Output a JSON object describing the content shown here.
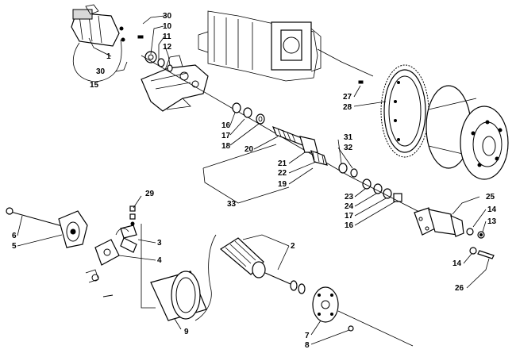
{
  "callouts": {
    "c1": "1",
    "c2": "2",
    "c3": "3",
    "c4": "4",
    "c5": "5",
    "c6": "6",
    "c7": "7",
    "c8": "8",
    "c9": "9",
    "c10": "10",
    "c11": "11",
    "c12": "12",
    "c13": "13",
    "c14a": "14",
    "c14b": "14",
    "c15": "15",
    "c16a": "16",
    "c16b": "16",
    "c17a": "17",
    "c17b": "17",
    "c18": "18",
    "c19": "19",
    "c20": "20",
    "c21": "21",
    "c22": "22",
    "c23": "23",
    "c24": "24",
    "c25": "25",
    "c26": "26",
    "c27": "27",
    "c28": "28",
    "c29": "29",
    "c30a": "30",
    "c30b": "30",
    "c31": "31",
    "c32": "32",
    "c33": "33"
  }
}
